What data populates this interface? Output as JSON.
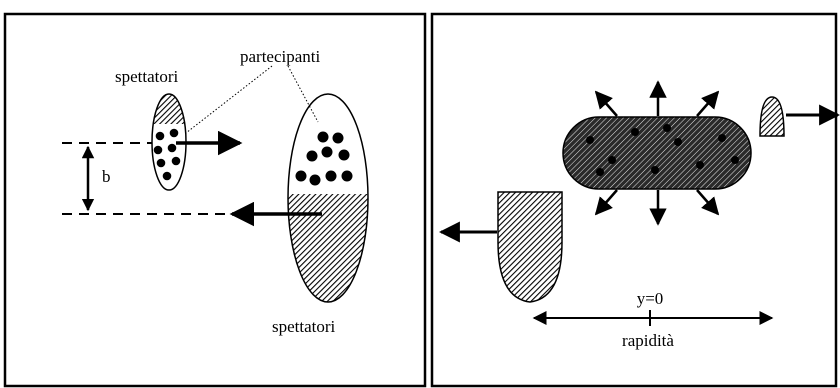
{
  "left_panel": {
    "spectators_top": "spettatori",
    "participants": "partecipanti",
    "impact_parameter": "b",
    "spectators_bottom": "spettatori"
  },
  "right_panel": {
    "origin": "y=0",
    "axis": "rapidità"
  },
  "colors": {
    "stroke": "#000000",
    "hatch": "#000000",
    "background": "#ffffff"
  }
}
